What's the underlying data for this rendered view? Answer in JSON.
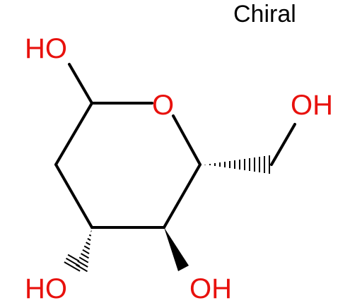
{
  "molecule": {
    "chiral_label": "Chiral",
    "atom_labels": {
      "oh_top_left": "HO",
      "ring_oxygen": "O",
      "oh_right": "OH",
      "oh_bottom_left": "HO",
      "oh_bottom_middle": "OH"
    },
    "colors": {
      "bond": "#000000",
      "heteroatom": "#e8110d",
      "chiral_text": "#000000"
    }
  }
}
